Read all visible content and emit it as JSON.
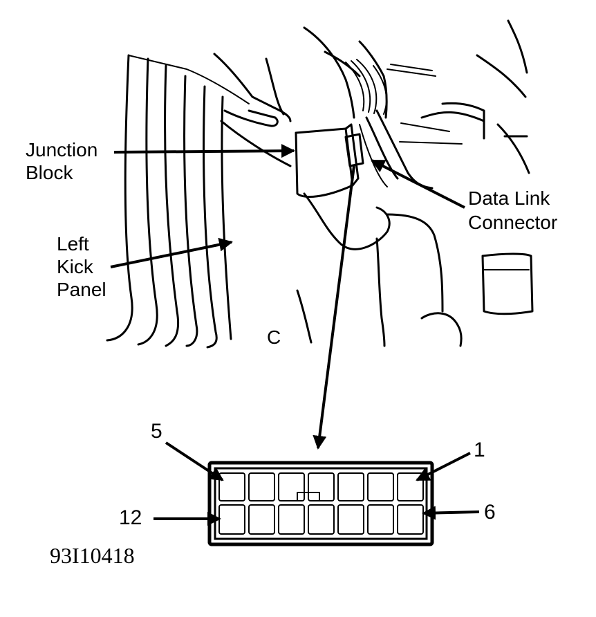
{
  "labels": {
    "junction_block": [
      "Junction",
      "Block"
    ],
    "data_link_connector": [
      "Data Link",
      "Connector"
    ],
    "left_kick_panel": [
      "Left",
      "Kick",
      "Panel"
    ],
    "stray_mark": "C"
  },
  "pin_labels": {
    "top_left": "5",
    "top_right": "1",
    "bottom_left": "12",
    "bottom_right": "6"
  },
  "figure_id": "93I10418"
}
